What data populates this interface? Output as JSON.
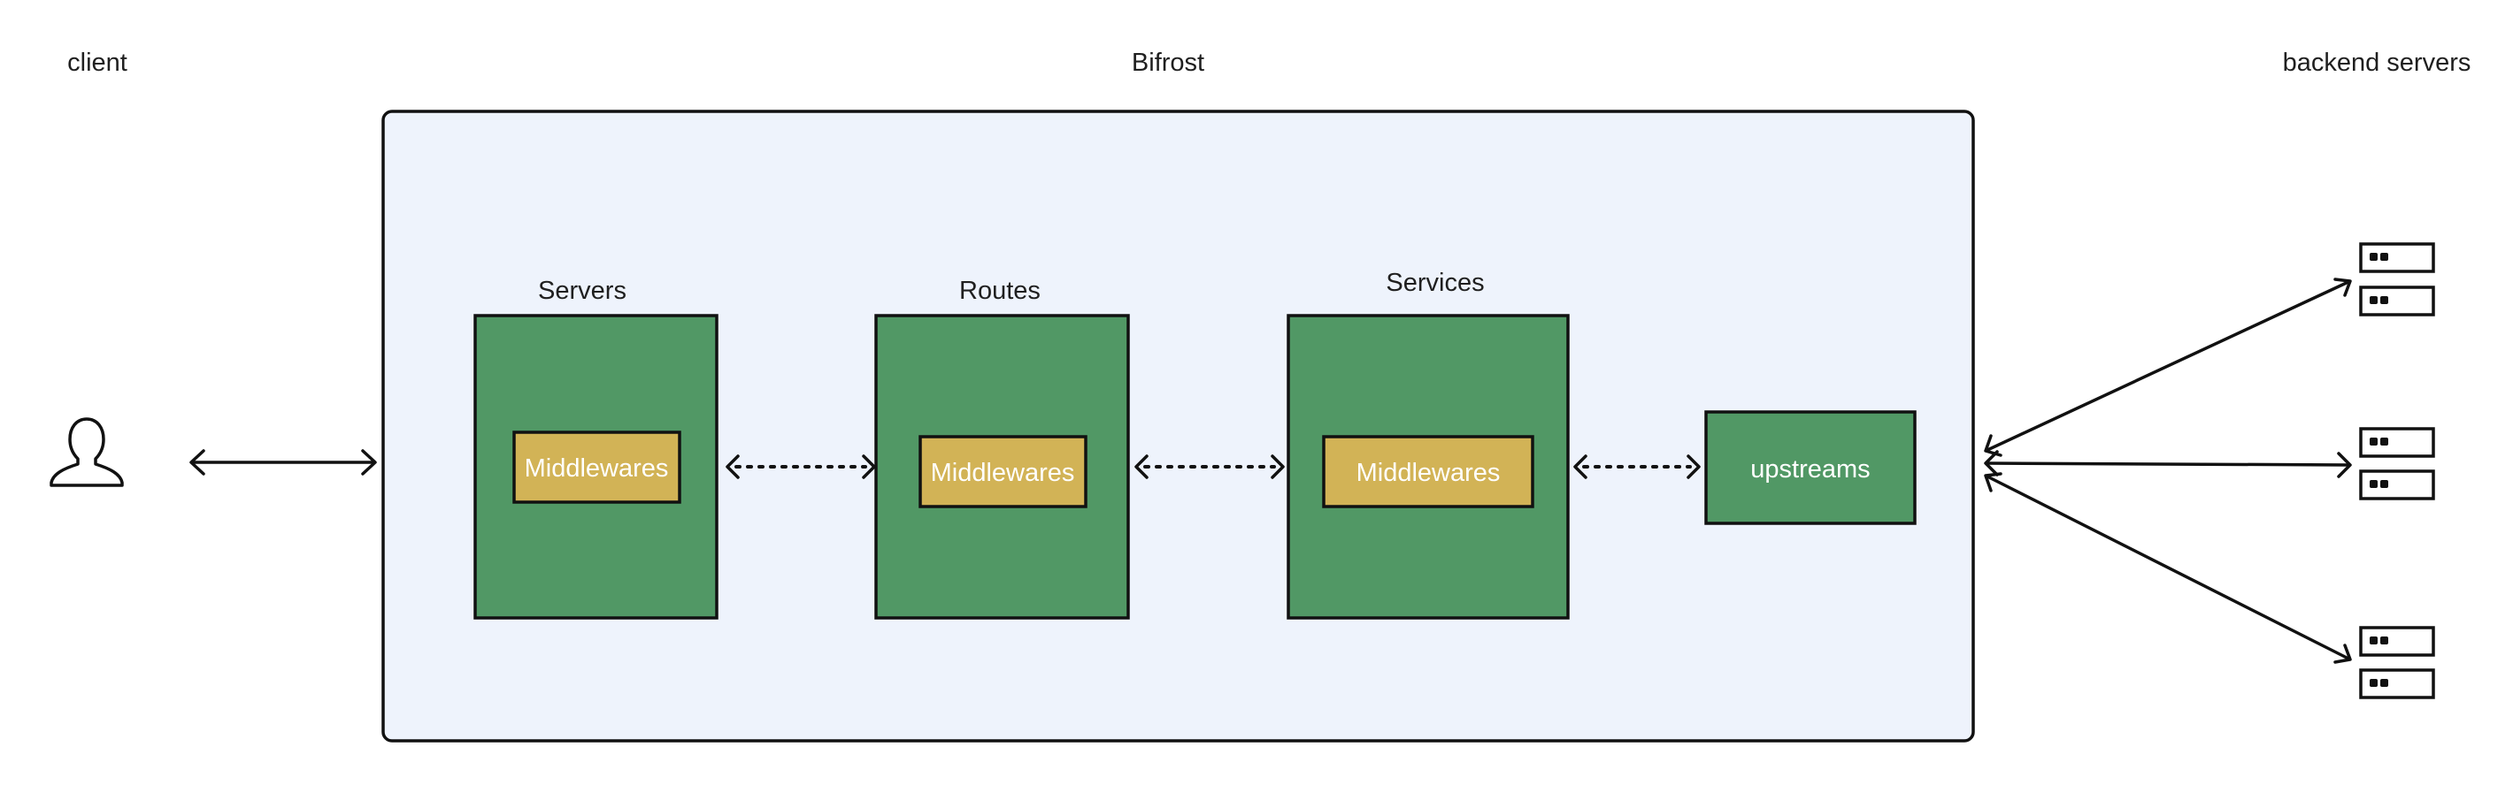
{
  "labels": {
    "client": "client",
    "bifrost": "Bifrost",
    "backend_servers": "backend servers",
    "servers": "Servers",
    "routes": "Routes",
    "services": "Services"
  },
  "boxes": {
    "servers_middlewares": "Middlewares",
    "routes_middlewares": "Middlewares",
    "services_middlewares": "Middlewares",
    "upstreams": "upstreams"
  },
  "icons": {
    "client": "user-icon",
    "backend_server": "server-icon"
  },
  "colors": {
    "container_fill": "#eef3fc",
    "component_fill": "#519865",
    "middleware_fill": "#d2b356",
    "stroke": "#111111"
  }
}
